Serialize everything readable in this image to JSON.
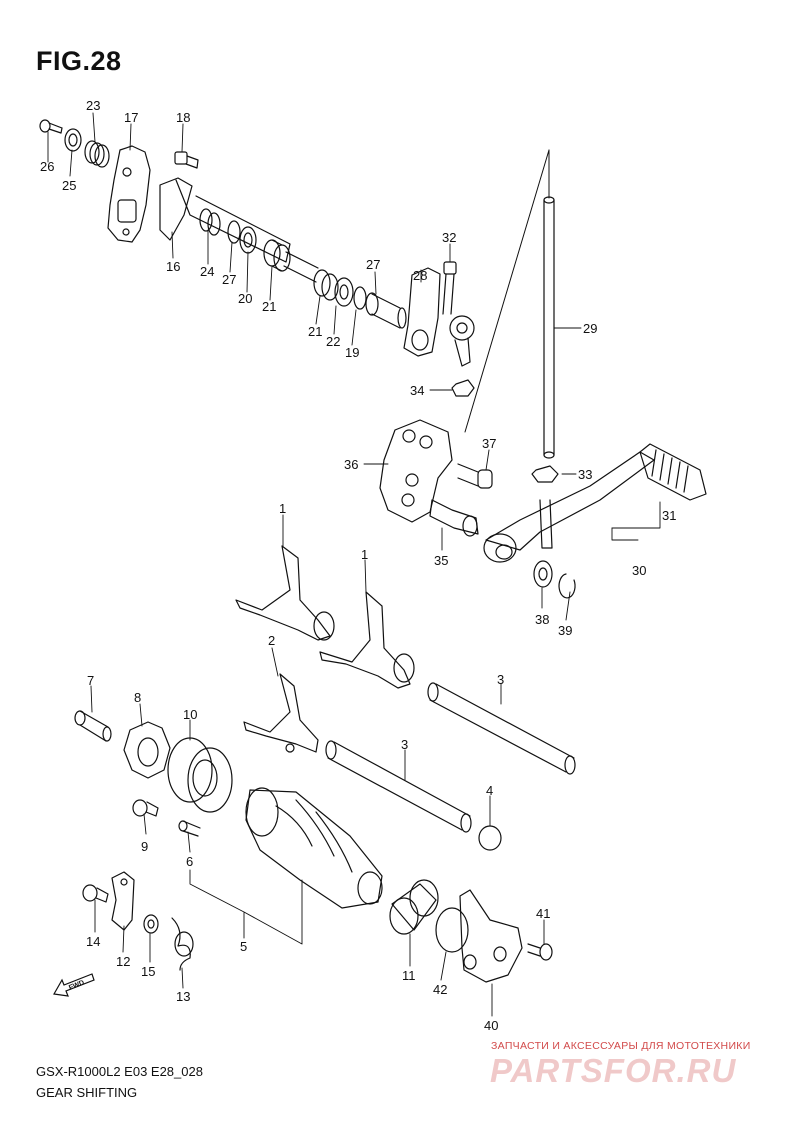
{
  "figure": {
    "title": "FIG.28",
    "model_code": "GSX-R1000L2 E03 E28_028",
    "caption": "GEAR SHIFTING",
    "fwd_label": "FWD"
  },
  "callouts": [
    {
      "id": "c26",
      "label": "26"
    },
    {
      "id": "c25",
      "label": "25"
    },
    {
      "id": "c23",
      "label": "23"
    },
    {
      "id": "c17",
      "label": "17"
    },
    {
      "id": "c18",
      "label": "18"
    },
    {
      "id": "c16",
      "label": "16"
    },
    {
      "id": "c24",
      "label": "24"
    },
    {
      "id": "c27a",
      "label": "27"
    },
    {
      "id": "c20",
      "label": "20"
    },
    {
      "id": "c21a",
      "label": "21"
    },
    {
      "id": "c27b",
      "label": "27"
    },
    {
      "id": "c21b",
      "label": "21"
    },
    {
      "id": "c22",
      "label": "22"
    },
    {
      "id": "c19",
      "label": "19"
    },
    {
      "id": "c28",
      "label": "28"
    },
    {
      "id": "c32",
      "label": "32"
    },
    {
      "id": "c29",
      "label": "29"
    },
    {
      "id": "c34",
      "label": "34"
    },
    {
      "id": "c37",
      "label": "37"
    },
    {
      "id": "c36",
      "label": "36"
    },
    {
      "id": "c33",
      "label": "33"
    },
    {
      "id": "c31",
      "label": "31"
    },
    {
      "id": "c35",
      "label": "35"
    },
    {
      "id": "c30",
      "label": "30"
    },
    {
      "id": "c38",
      "label": "38"
    },
    {
      "id": "c39",
      "label": "39"
    },
    {
      "id": "c1a",
      "label": "1"
    },
    {
      "id": "c1b",
      "label": "1"
    },
    {
      "id": "c2",
      "label": "2"
    },
    {
      "id": "c3a",
      "label": "3"
    },
    {
      "id": "c3b",
      "label": "3"
    },
    {
      "id": "c7",
      "label": "7"
    },
    {
      "id": "c8",
      "label": "8"
    },
    {
      "id": "c10",
      "label": "10"
    },
    {
      "id": "c4",
      "label": "4"
    },
    {
      "id": "c9",
      "label": "9"
    },
    {
      "id": "c6",
      "label": "6"
    },
    {
      "id": "c5",
      "label": "5"
    },
    {
      "id": "c14",
      "label": "14"
    },
    {
      "id": "c12",
      "label": "12"
    },
    {
      "id": "c15",
      "label": "15"
    },
    {
      "id": "c13",
      "label": "13"
    },
    {
      "id": "c11",
      "label": "11"
    },
    {
      "id": "c42",
      "label": "42"
    },
    {
      "id": "c40",
      "label": "40"
    },
    {
      "id": "c41",
      "label": "41"
    }
  ],
  "watermark": {
    "tagline": "ЗАПЧАСТИ И АКСЕССУАРЫ ДЛЯ МОТОТЕХНИКИ",
    "brand": "PARTSFOR.RU",
    "color": "#d24a4a"
  }
}
